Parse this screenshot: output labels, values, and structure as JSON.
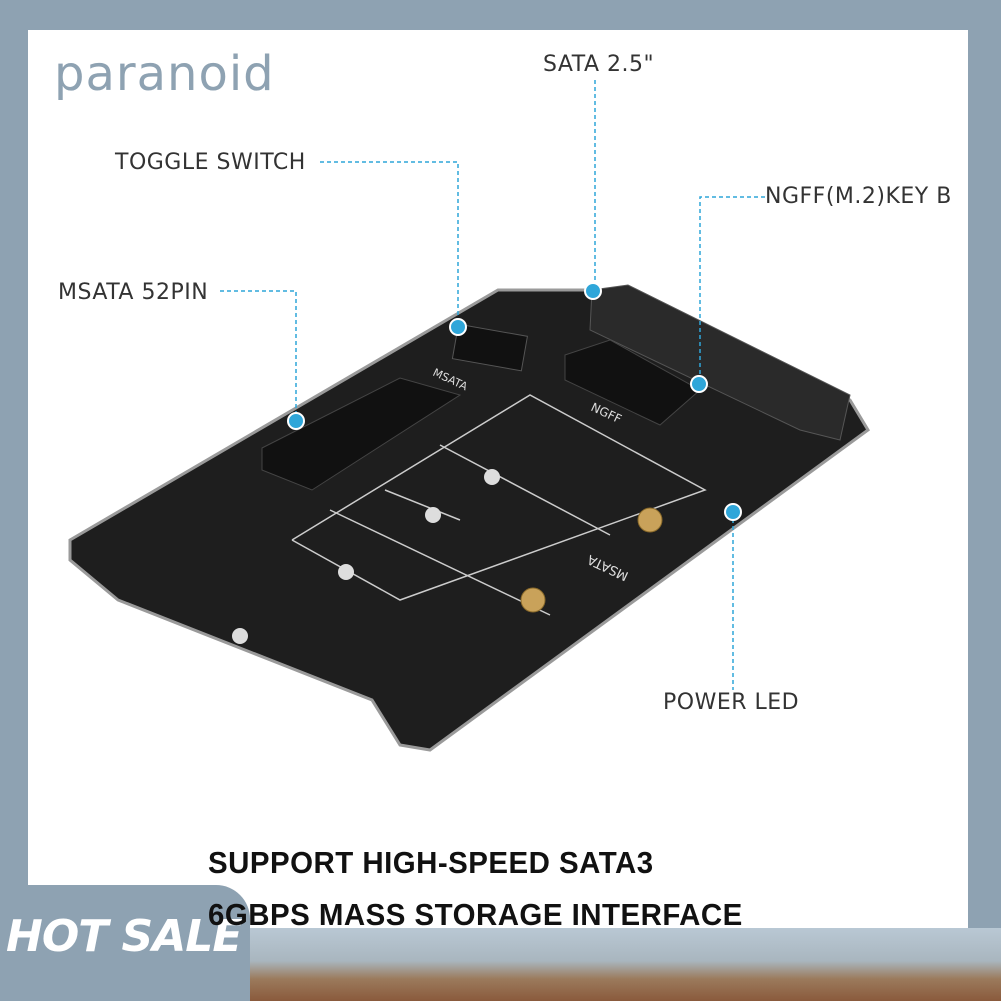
{
  "watermark": "paranoid",
  "callouts": {
    "sata": "SATA 2.5\"",
    "toggle": "TOGGLE SWITCH",
    "ngff": "NGFF(M.2)KEY B",
    "msata": "MSATA 52PIN",
    "power_led": "POWER LED"
  },
  "board_silk": {
    "msata_switch": "MSATA",
    "ngff_slot": "NGFF",
    "msata_area": "MSATA"
  },
  "headline": {
    "line1": "SUPPORT HIGH-SPEED SATA3",
    "line2": "6GBPS MASS STORAGE INTERFACE"
  },
  "badge": "HOT SALE",
  "colors": {
    "accent": "#2fa6d9",
    "frame": "#8ea2b2"
  }
}
